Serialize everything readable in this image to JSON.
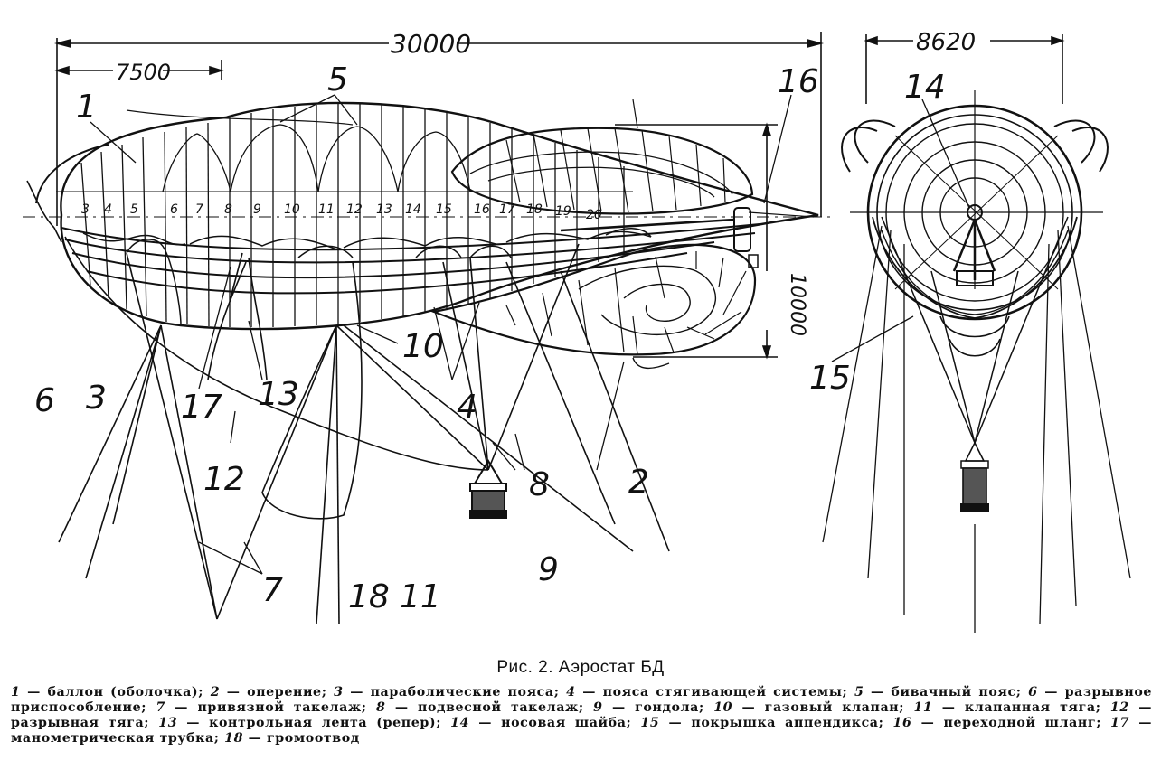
{
  "figure": {
    "dimensions": {
      "length": "30000",
      "front_section": "7500",
      "width": "8620",
      "height": "10000"
    },
    "callouts": [
      "1",
      "2",
      "3",
      "4",
      "5",
      "6",
      "7",
      "8",
      "9",
      "10",
      "11",
      "12",
      "13",
      "14",
      "15",
      "16",
      "17",
      "18"
    ],
    "section_numbers": [
      "3",
      "4",
      "5",
      "6",
      "7",
      "8",
      "9",
      "10",
      "11",
      "12",
      "13",
      "14",
      "15",
      "16",
      "17",
      "18",
      "19",
      "20"
    ]
  },
  "caption": "Рис. 2. Аэростат БД",
  "legend": [
    {
      "num": "1",
      "text": " — баллон (оболочка); "
    },
    {
      "num": "2",
      "text": " — оперение; "
    },
    {
      "num": "3",
      "text": " — параболические пояса; "
    },
    {
      "num": "4",
      "text": " — пояса стягивающей системы; "
    },
    {
      "num": "5",
      "text": " — бивачный пояс; "
    },
    {
      "num": "6",
      "text": " — разрывное приспособление; "
    },
    {
      "num": "7",
      "text": " — привязной такелаж; "
    },
    {
      "num": "8",
      "text": " — подвесной такелаж; "
    },
    {
      "num": "9",
      "text": " — гондола; "
    },
    {
      "num": "10",
      "text": " — газовый клапан; "
    },
    {
      "num": "11",
      "text": " — клапанная тяга; "
    },
    {
      "num": "12",
      "text": " — разрывная тяга; "
    },
    {
      "num": "13",
      "text": " — контрольная лента (репер); "
    },
    {
      "num": "14",
      "text": " — носовая шайба; "
    },
    {
      "num": "15",
      "text": " — покрышка аппендикса; "
    },
    {
      "num": "16",
      "text": " — переходной шланг; "
    },
    {
      "num": "17",
      "text": " — манометрическая трубка; "
    },
    {
      "num": "18",
      "text": " — громоотвод"
    }
  ]
}
